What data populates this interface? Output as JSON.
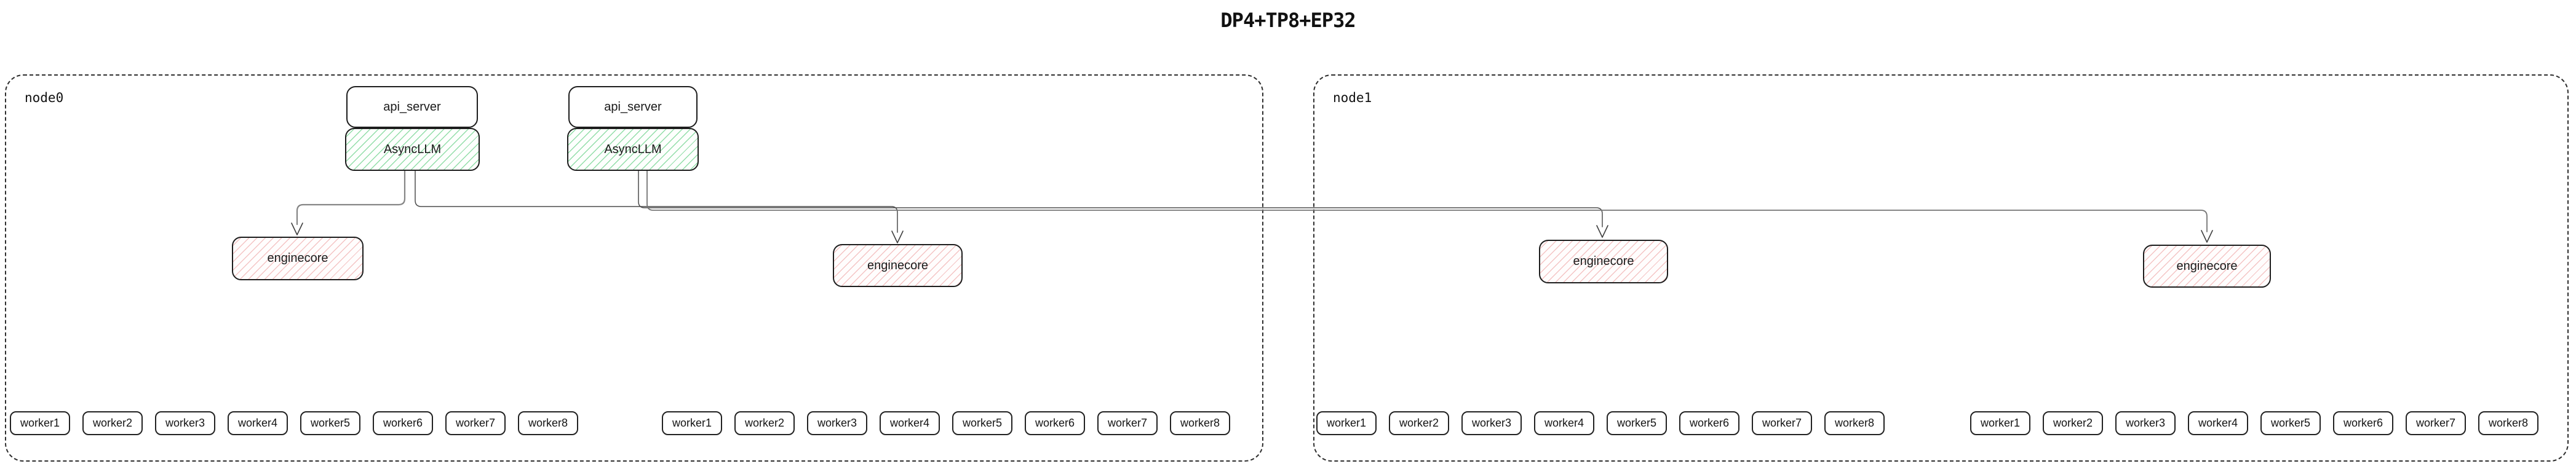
{
  "title": "DP4+TP8+EP32",
  "style": {
    "green_hatch": "#6ed28c",
    "pink_hatch": "#ec9696",
    "box_border": "#1d1d1d",
    "node_border_dashed": "#2e2e2e",
    "edge_gray": "#858585",
    "edge_dark": "#4d4d4d"
  },
  "nodes": [
    {
      "label": "node0",
      "api_servers": [
        "api_server",
        "api_server"
      ],
      "asyncllms": [
        "AsyncLLM",
        "AsyncLLM"
      ],
      "enginecores": [
        "enginecore",
        "enginecore"
      ],
      "worker_groups": [
        [
          "worker1",
          "worker2",
          "worker3",
          "worker4",
          "worker5",
          "worker6",
          "worker7",
          "worker8"
        ],
        [
          "worker1",
          "worker2",
          "worker3",
          "worker4",
          "worker5",
          "worker6",
          "worker7",
          "worker8"
        ]
      ]
    },
    {
      "label": "node1",
      "api_servers": [],
      "asyncllms": [],
      "enginecores": [
        "enginecore",
        "enginecore"
      ],
      "worker_groups": [
        [
          "worker1",
          "worker2",
          "worker3",
          "worker4",
          "worker5",
          "worker6",
          "worker7",
          "worker8"
        ],
        [
          "worker1",
          "worker2",
          "worker3",
          "worker4",
          "worker5",
          "worker6",
          "worker7",
          "worker8"
        ]
      ]
    }
  ]
}
